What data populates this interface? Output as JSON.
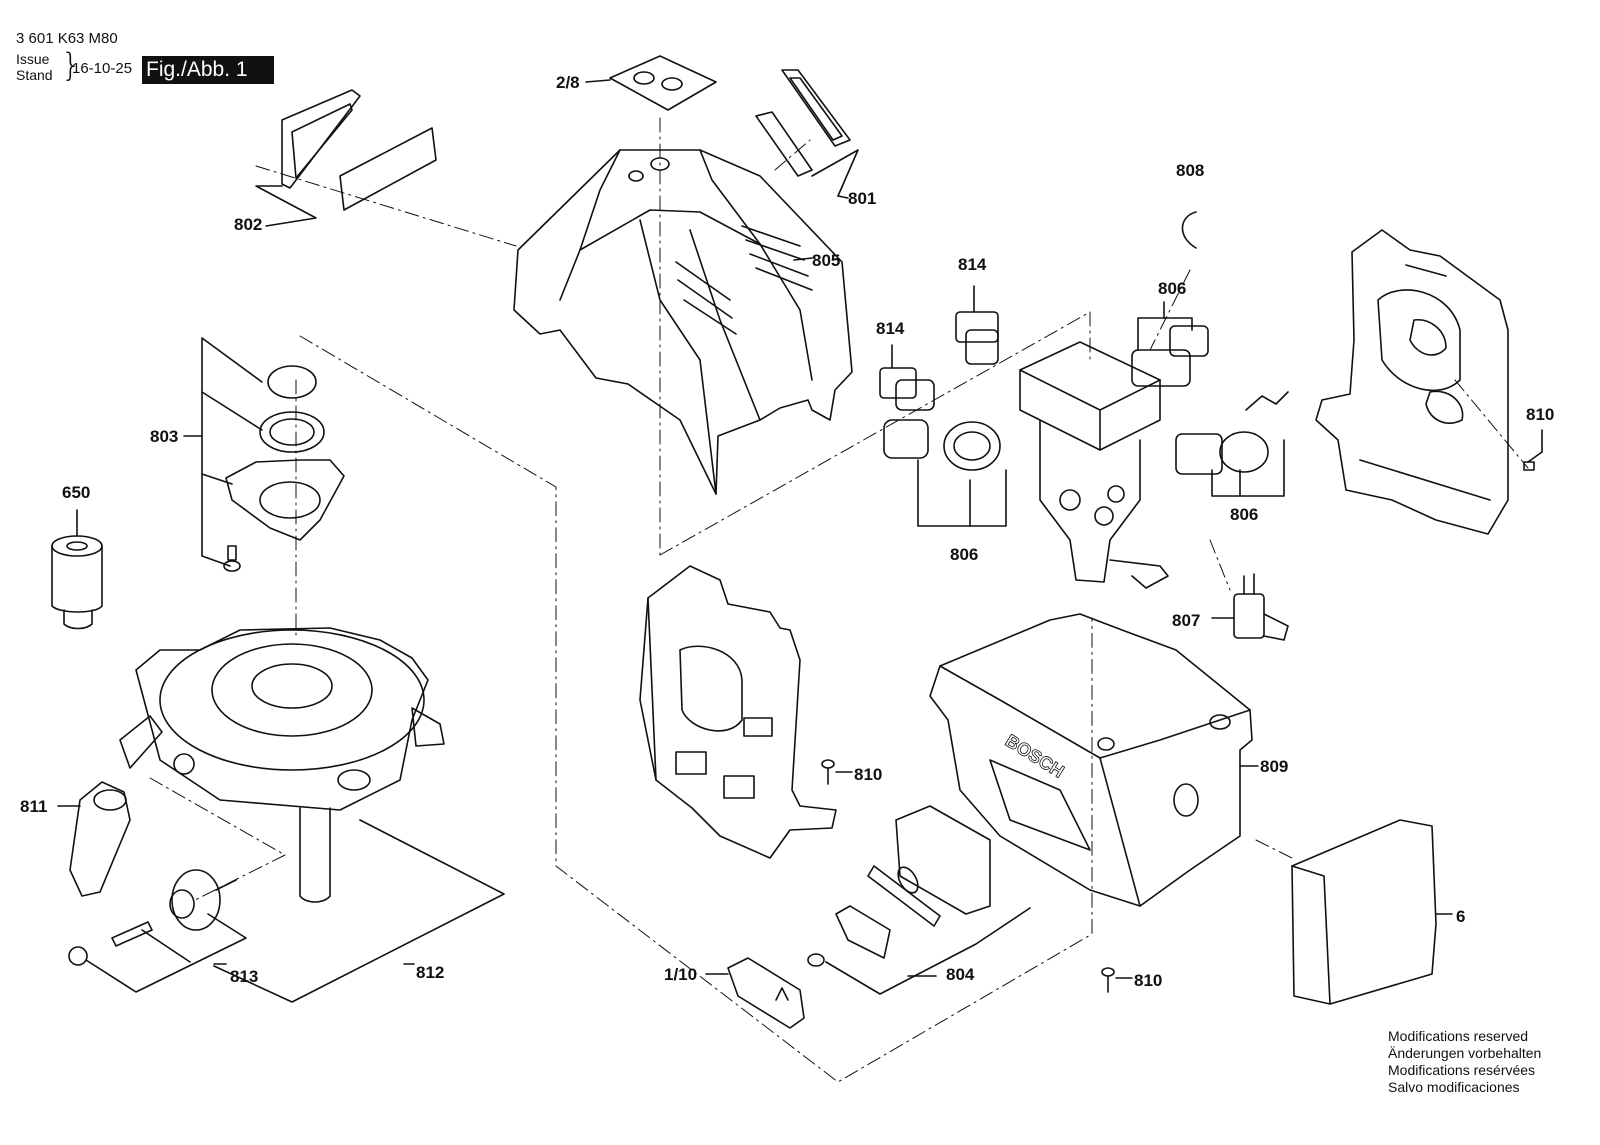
{
  "header": {
    "part_number": "3 601 K63 M80",
    "issue_label": "Issue",
    "stand_label": "Stand",
    "brace": "}",
    "date": "16-10-25",
    "figure_label": "Fig./Abb. 1"
  },
  "callouts": {
    "c2_8": "2/8",
    "c801": "801",
    "c802": "802",
    "c805": "805",
    "c808": "808",
    "c814a": "814",
    "c814b": "814",
    "c806a": "806",
    "c806b": "806",
    "c806c": "806",
    "c810a": "810",
    "c810b": "810",
    "c810c": "810",
    "c803": "803",
    "c650": "650",
    "c807": "807",
    "c809": "809",
    "c811": "811",
    "c812": "812",
    "c813": "813",
    "c804": "804",
    "c1_10": "1/10",
    "c6": "6"
  },
  "embossed_brand": "BOSCH",
  "footer": {
    "modifications": [
      "Modifications reserved",
      "Änderungen vorbehalten",
      "Modifications resérvées",
      "Salvo modificaciones"
    ]
  }
}
